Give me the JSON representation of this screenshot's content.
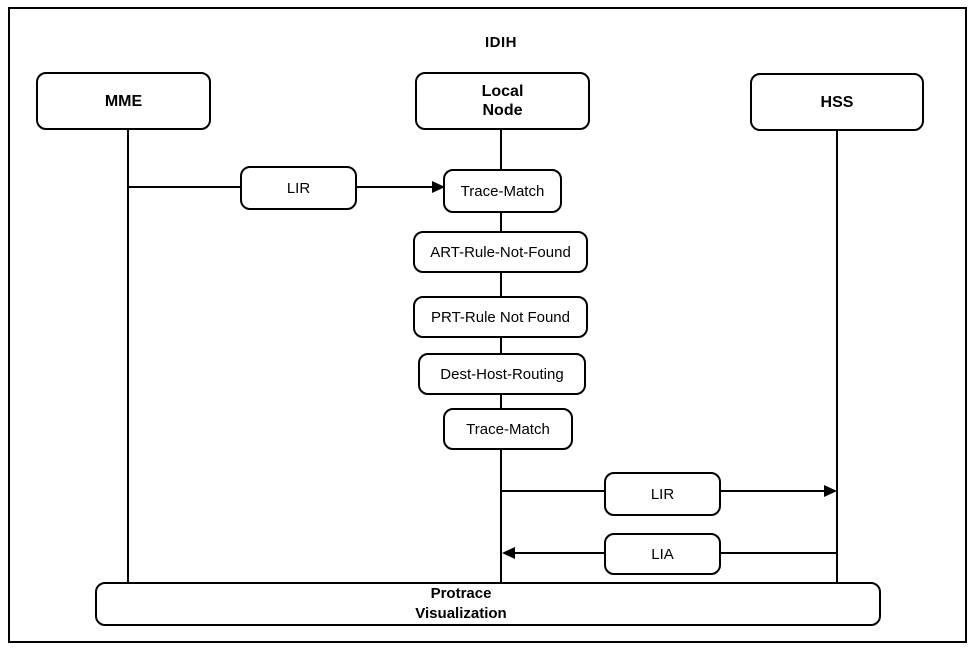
{
  "diagram": {
    "title": "IDIH",
    "colors": {
      "line": "#000000",
      "background": "#ffffff"
    },
    "entities": {
      "mme": "MME",
      "local_node": "Local\nNode",
      "hss": "HSS"
    },
    "flow": {
      "msg_lir_request": "LIR",
      "step_trace_match_1": "Trace-Match",
      "step_art_rule_not_found": "ART-Rule-Not-Found",
      "step_prt_rule_not_found": "PRT-Rule Not Found",
      "step_dest_host_routing": "Dest-Host-Routing",
      "step_trace_match_2": "Trace-Match",
      "msg_lir_to_hss": "LIR",
      "msg_lia_from_hss": "LIA"
    },
    "footer": {
      "title": "Protrace\nVisualization"
    }
  }
}
